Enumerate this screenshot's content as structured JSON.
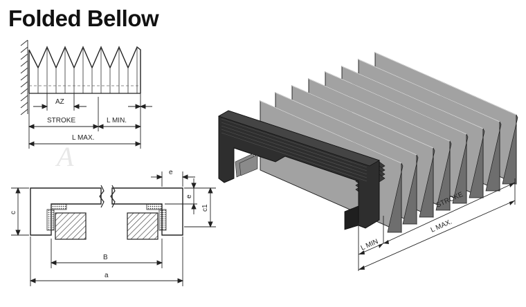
{
  "title": "Folded Bellow",
  "top_view": {
    "labels": {
      "az": "AZ",
      "stroke": "STROKE",
      "lmin": "L MIN.",
      "lmax": "L MAX."
    }
  },
  "section_view": {
    "labels": {
      "e_top": "e",
      "e_side": "e",
      "c": "c",
      "c1": "c1",
      "b": "B",
      "a": "a"
    }
  },
  "iso_view": {
    "labels": {
      "stroke": "STROKE",
      "lmax": "L MAX.",
      "lmin": "L MIN"
    },
    "colors": {
      "fold_face": "#a2a2a2",
      "fold_top": "#d4d4d4",
      "fold_shadow": "#6e6e6e",
      "frame": "#2e2e2e",
      "outline": "#1a1a1a"
    }
  },
  "watermark": "A"
}
